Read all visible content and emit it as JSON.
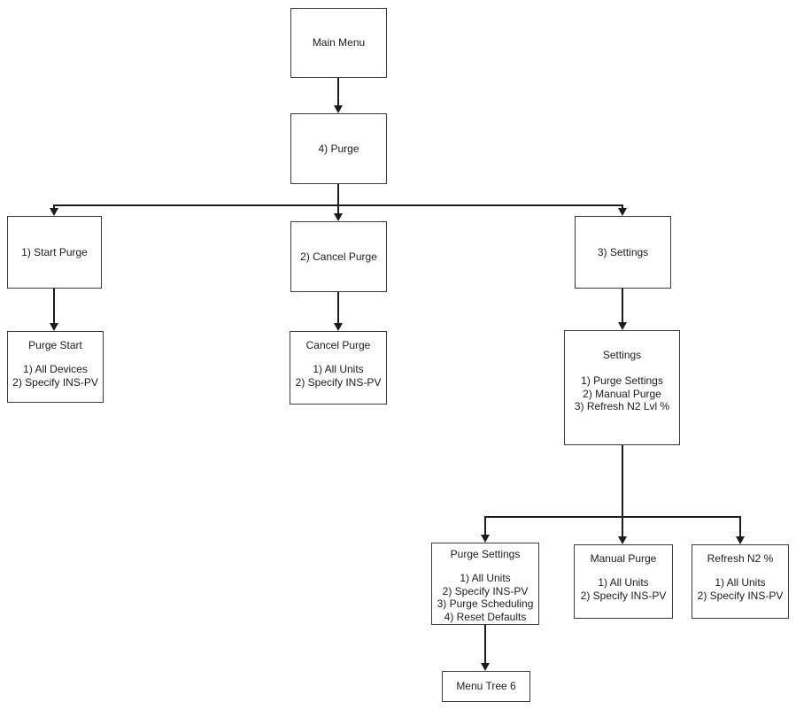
{
  "diagram": {
    "type": "flowchart-menu-tree",
    "colors": {
      "background": "#ffffff",
      "box_border": "#3a3a3a",
      "text": "#1c1c1c",
      "line": "#1c1c1c"
    },
    "boxes": {
      "main_menu": {
        "title": "Main Menu"
      },
      "purge": {
        "title": "4) Purge"
      },
      "start_purge": {
        "title": "1) Start Purge"
      },
      "cancel_purge": {
        "title": "2) Cancel Purge"
      },
      "settings": {
        "title": "3) Settings"
      },
      "purge_start_menu": {
        "title": "Purge Start",
        "items": [
          "1) All Devices",
          "2) Specify INS-PV"
        ]
      },
      "cancel_purge_menu": {
        "title": "Cancel Purge",
        "items": [
          "1) All Units",
          "2) Specify INS-PV"
        ]
      },
      "settings_menu": {
        "title": "Settings",
        "items": [
          "1) Purge Settings",
          "2) Manual Purge",
          "3) Refresh N2 Lvl %"
        ]
      },
      "purge_settings_menu": {
        "title": "Purge Settings",
        "items": [
          "1) All Units",
          "2) Specify INS-PV",
          "3) Purge Scheduling",
          "4) Reset Defaults"
        ]
      },
      "manual_purge_menu": {
        "title": "Manual Purge",
        "items": [
          "1) All Units",
          "2) Specify INS-PV"
        ]
      },
      "refresh_n2_menu": {
        "title": "Refresh N2 %",
        "items": [
          "1) All Units",
          "2) Specify INS-PV"
        ]
      },
      "menu_tree_6": {
        "title": "Menu Tree 6"
      }
    }
  }
}
